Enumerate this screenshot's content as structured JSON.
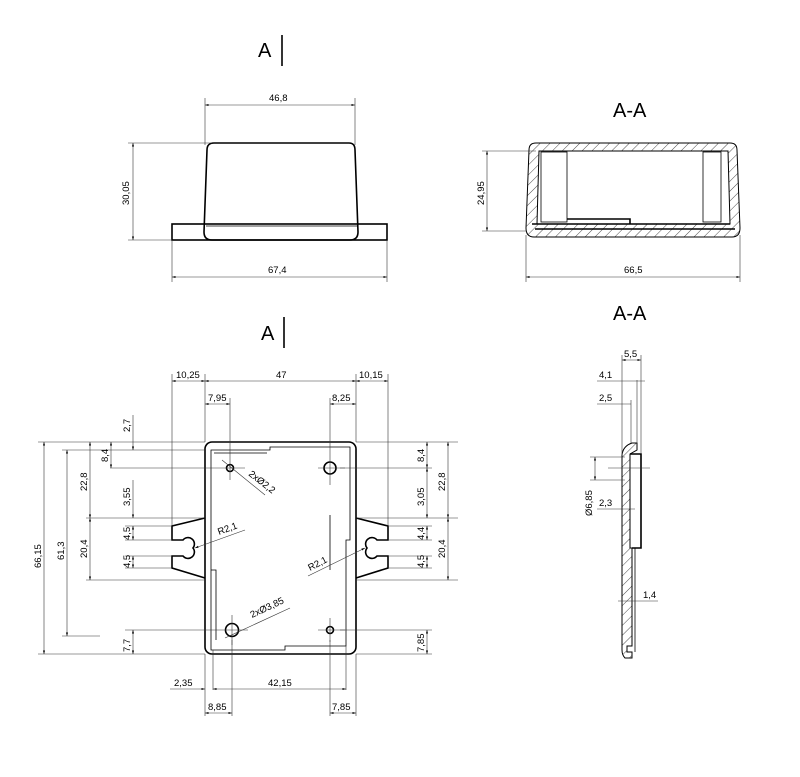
{
  "labels": {
    "view_a_top": "A",
    "section_top": "A-A",
    "view_a_plan": "A",
    "section_side": "A-A"
  },
  "front_view": {
    "width_top": "46,8",
    "height": "30,05",
    "width_total": "67,4"
  },
  "section_view": {
    "height": "24,95",
    "width": "66,5"
  },
  "plan_view": {
    "top": {
      "left_tab": "10,25",
      "body": "47",
      "right_tab": "10,15",
      "hole_left_x": "7,95",
      "hole_right_x": "8,25"
    },
    "left": {
      "overall": "66,15",
      "holes_span": "61,3",
      "to_tab": "22,8",
      "tab": "20,4",
      "edge_top": "2,7",
      "hole_top": "8,4",
      "gap": "3,55",
      "slot_a": "4,5",
      "slot_b": "4,5",
      "hole_bottom": "7,7"
    },
    "right": {
      "hole_top": "8,4",
      "to_tab": "22,8",
      "gap": "3,05",
      "slot_a": "4,4",
      "tab": "20,4",
      "slot_b": "4,5",
      "hole_bottom": "7,85"
    },
    "bottom": {
      "offset": "2,35",
      "span": "42,15",
      "hole_left_x": "8,85",
      "hole_right_x": "7,85"
    },
    "callouts": {
      "small_holes": "2xØ2,2",
      "large_holes": "2xØ3,85",
      "radius_left": "R2,1",
      "radius_right": "R2,1"
    }
  },
  "side_section": {
    "d1": "5,5",
    "d2": "4,1",
    "d3": "2,5",
    "dia": "Ø6,85",
    "d4": "2,3",
    "d5": "1,4"
  }
}
